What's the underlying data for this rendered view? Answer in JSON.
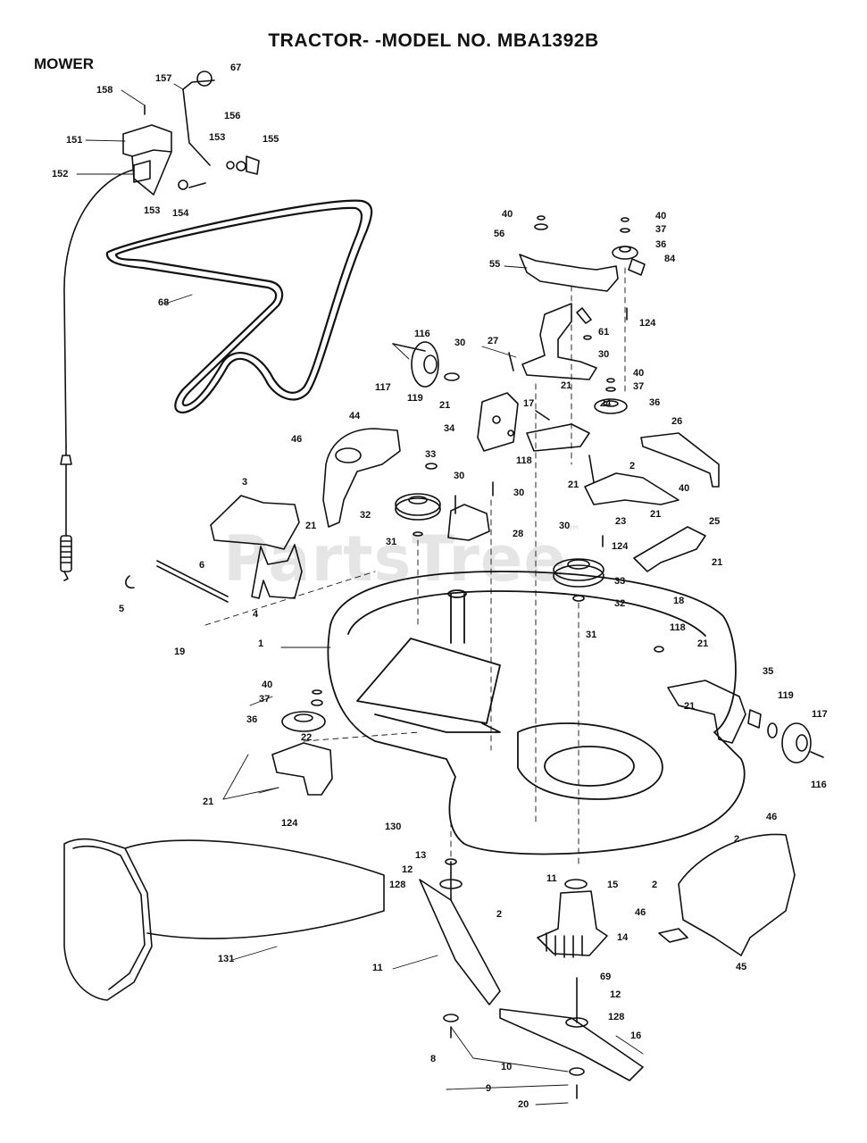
{
  "header": {
    "title": "TRACTOR- -MODEL NO. MBA1392B",
    "section": "MOWER"
  },
  "watermark": {
    "text": "PartsTree",
    "mark": "™"
  },
  "part_callouts": [
    "158",
    "157",
    "67",
    "156",
    "153",
    "155",
    "151",
    "152",
    "153",
    "154",
    "40",
    "56",
    "40",
    "37",
    "36",
    "84",
    "55",
    "124",
    "61",
    "68",
    "116",
    "30",
    "27",
    "30",
    "117",
    "119",
    "40",
    "37",
    "21",
    "21",
    "17",
    "36",
    "34",
    "118",
    "24",
    "26",
    "46",
    "44",
    "33",
    "21",
    "2",
    "40",
    "30",
    "30",
    "3",
    "32",
    "23",
    "21",
    "31",
    "28",
    "25",
    "21",
    "30",
    "124",
    "6",
    "33",
    "21",
    "4",
    "32",
    "5",
    "18",
    "19",
    "31",
    "1",
    "118",
    "21",
    "35",
    "40",
    "37",
    "21",
    "119",
    "117",
    "36",
    "22",
    "116",
    "21",
    "124",
    "130",
    "46",
    "2",
    "13",
    "12",
    "11",
    "15",
    "128",
    "2",
    "2",
    "46",
    "45",
    "14",
    "131",
    "11",
    "69",
    "12",
    "128",
    "16",
    "8",
    "10",
    "9",
    "20"
  ]
}
